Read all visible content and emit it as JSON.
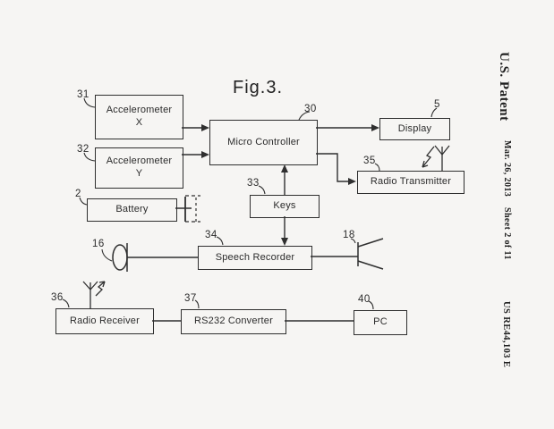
{
  "figure": {
    "title": "Fig.3."
  },
  "margin": {
    "patent_header": "U.S. Patent",
    "date": "Mar. 26, 2013",
    "sheet": "Sheet 2 of 11",
    "patent_number": "US RE44,103 E"
  },
  "blocks": {
    "accelerometer_x": {
      "ref": "31",
      "label": "Accelerometer",
      "label2": "X"
    },
    "accelerometer_y": {
      "ref": "32",
      "label": "Accelerometer",
      "label2": "Y"
    },
    "battery": {
      "ref": "2",
      "label": "Battery"
    },
    "micro_controller": {
      "ref": "30",
      "label": "Micro Controller"
    },
    "display": {
      "ref": "5",
      "label": "Display"
    },
    "radio_transmitter": {
      "ref": "35",
      "label": "Radio Transmitter"
    },
    "keys": {
      "ref": "33",
      "label": "Keys"
    },
    "speech_recorder": {
      "ref": "34",
      "label": "Speech Recorder"
    },
    "radio_receiver": {
      "ref": "36",
      "label": "Radio Receiver"
    },
    "rs232_converter": {
      "ref": "37",
      "label": "RS232 Converter"
    },
    "pc": {
      "ref": "40",
      "label": "PC"
    }
  },
  "symbols": {
    "microphone": {
      "ref": "16"
    },
    "speaker": {
      "ref": "18"
    }
  },
  "colors": {
    "ink": "#2b2b2b",
    "paper": "#f6f5f3"
  }
}
